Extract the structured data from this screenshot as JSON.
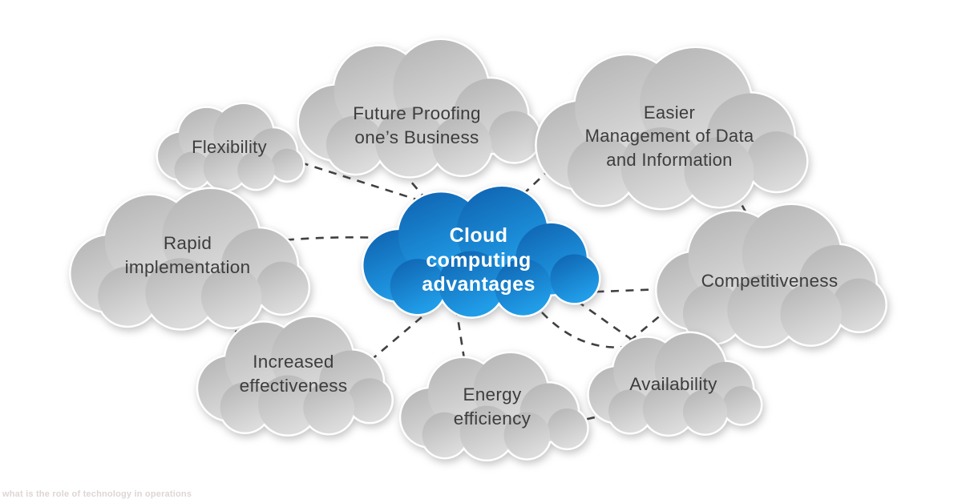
{
  "diagram": {
    "center": {
      "label": "Cloud\ncomputing\nadvantages"
    },
    "clouds": [
      {
        "label": "Flexibility"
      },
      {
        "label": "Future Proofing\none’s Business"
      },
      {
        "label": "Easier\nManagement of Data\nand Information"
      },
      {
        "label": "Rapid\nimplementation"
      },
      {
        "label": "Competitiveness"
      },
      {
        "label": "Increased\neffectiveness"
      },
      {
        "label": "Energy\nefficiency"
      },
      {
        "label": "Availability"
      }
    ]
  },
  "footer": {
    "watermark": "what is the role of technology in operations"
  },
  "colors": {
    "background": "#ffffff",
    "cloud_gray_top": "#b3b3b3",
    "cloud_gray_bottom": "#dcdcdc",
    "cloud_blue_top": "#0e60ad",
    "cloud_blue_bottom": "#219de8",
    "cloud_rim": "#ffffff",
    "cloud_text": "#3d3d3d",
    "center_text": "#ffffff",
    "connector": "#404040",
    "watermark_text": "#ded5d5"
  }
}
